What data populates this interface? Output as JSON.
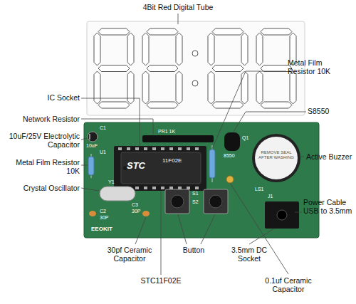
{
  "diagram": {
    "labels": [
      "4Bit Red Digital Tube",
      "IC Socket",
      "Network Resistor",
      "10uF/25V Electrolytic Capacitor",
      "Metal Film Resistor 10K",
      "Crystal Oscillator",
      "Metal Film Resistor 10K",
      "S8550",
      "Active Buzzer",
      "Power Cable USB to 3.5mm",
      "30pf Ceramic Capacitor",
      "Button",
      "3.5mm DC Socket",
      "STC11F02E",
      "0.1uf Ceramic Capacitor",
      "PR1 1K",
      "C1",
      "10uF",
      "U1",
      "Y1",
      "C2",
      "30P",
      "C3",
      "30P",
      "EEOKIT",
      "S1",
      "S2",
      "Q1",
      "8550",
      "LS1",
      "J1",
      "STC",
      "11F02E",
      "REMOVE SEAL AFTER WASHING"
    ]
  }
}
